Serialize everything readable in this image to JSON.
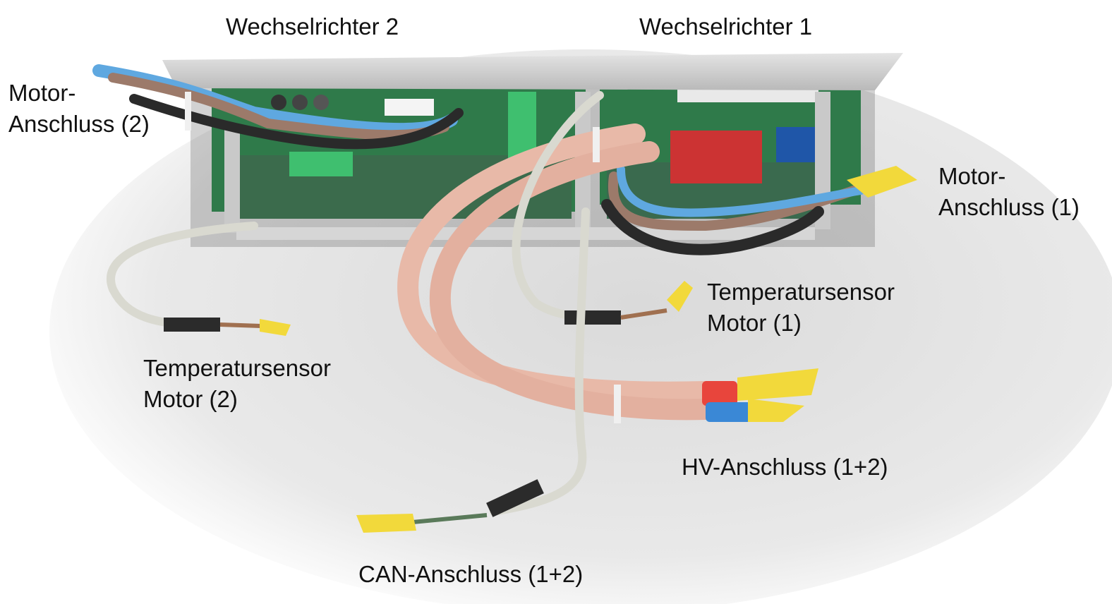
{
  "labels": {
    "inverter_2": "Wechselrichter 2",
    "inverter_1": "Wechselrichter 1",
    "motor_port_2": {
      "line1": "Motor-",
      "line2": "Anschluss (2)"
    },
    "motor_port_1": {
      "line1": "Motor-",
      "line2": "Anschluss (1)"
    },
    "temp_sensor_1": {
      "line1": "Temperatursensor",
      "line2": "Motor (1)"
    },
    "temp_sensor_2": {
      "line1": "Temperatursensor",
      "line2": "Motor (2)"
    },
    "hv_port": "HV-Anschluss (1+2)",
    "can_port": "CAN-Anschluss (1+2)"
  },
  "colors": {
    "background": "#ffffff",
    "table_surface": "#e6e6e6",
    "heatsink": "#cfcfcf",
    "pcb_green": "#2f7a4a",
    "hv_cable": "#e8b9a8",
    "tape_yellow": "#f2d93b",
    "blue_wire": "#5fa8e0",
    "brown_wire": "#9c7a6a",
    "black_wire": "#2a2a2a",
    "grey_cable": "#d9d9d0",
    "capacitor_red": "#cc3333"
  }
}
